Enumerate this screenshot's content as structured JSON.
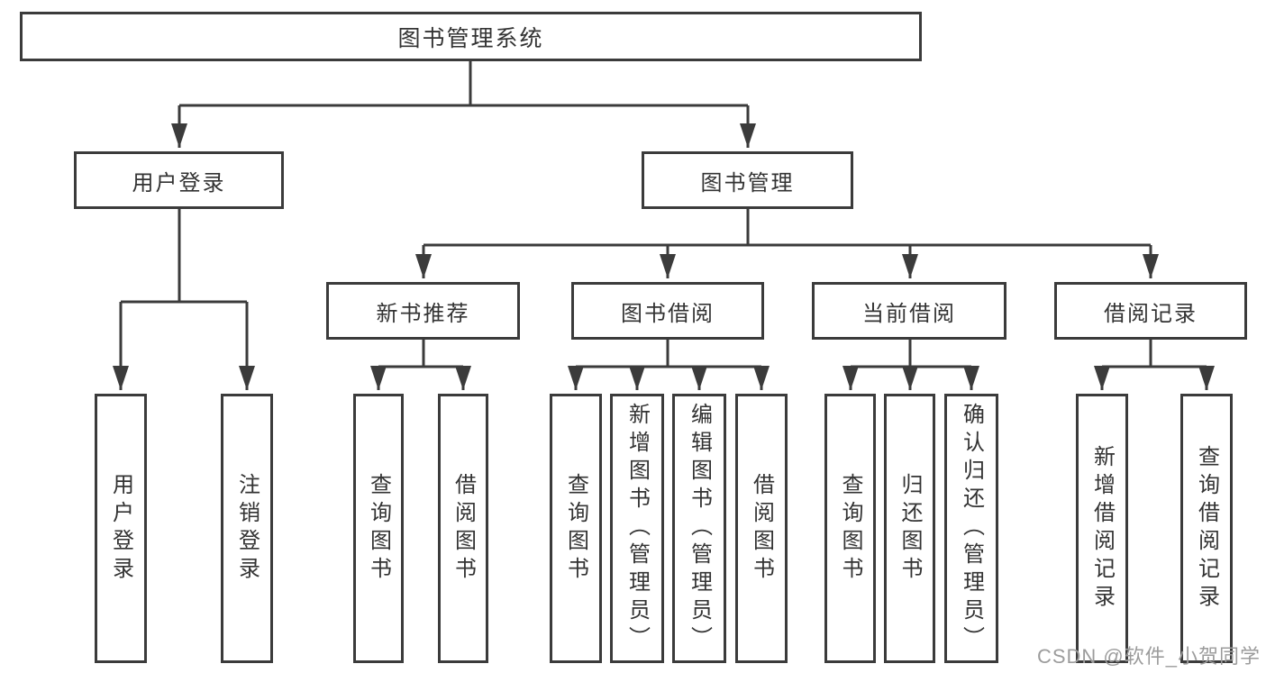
{
  "tree": {
    "label": "图书管理系统",
    "children": [
      {
        "label": "用户登录",
        "children": [
          {
            "label": "用户登录"
          },
          {
            "label": "注销登录"
          }
        ]
      },
      {
        "label": "图书管理",
        "children": [
          {
            "label": "新书推荐",
            "children": [
              {
                "label": "查询图书"
              },
              {
                "label": "借阅图书"
              }
            ]
          },
          {
            "label": "图书借阅",
            "children": [
              {
                "label": "查询图书"
              },
              {
                "label": "新增图书（管理员）"
              },
              {
                "label": "编辑图书（管理员）"
              },
              {
                "label": "借阅图书"
              }
            ]
          },
          {
            "label": "当前借阅",
            "children": [
              {
                "label": "查询图书"
              },
              {
                "label": "归还图书"
              },
              {
                "label": "确认归还（管理员）"
              }
            ]
          },
          {
            "label": "借阅记录",
            "children": [
              {
                "label": "新增借阅记录"
              },
              {
                "label": "查询借阅记录"
              }
            ]
          }
        ]
      }
    ]
  },
  "watermark": {
    "text": "CSDN @软件_小贺同学"
  },
  "colors": {
    "line": "#3b3b3b",
    "text": "#333333",
    "watermark": "#9c9c9c",
    "background": "#ffffff"
  }
}
